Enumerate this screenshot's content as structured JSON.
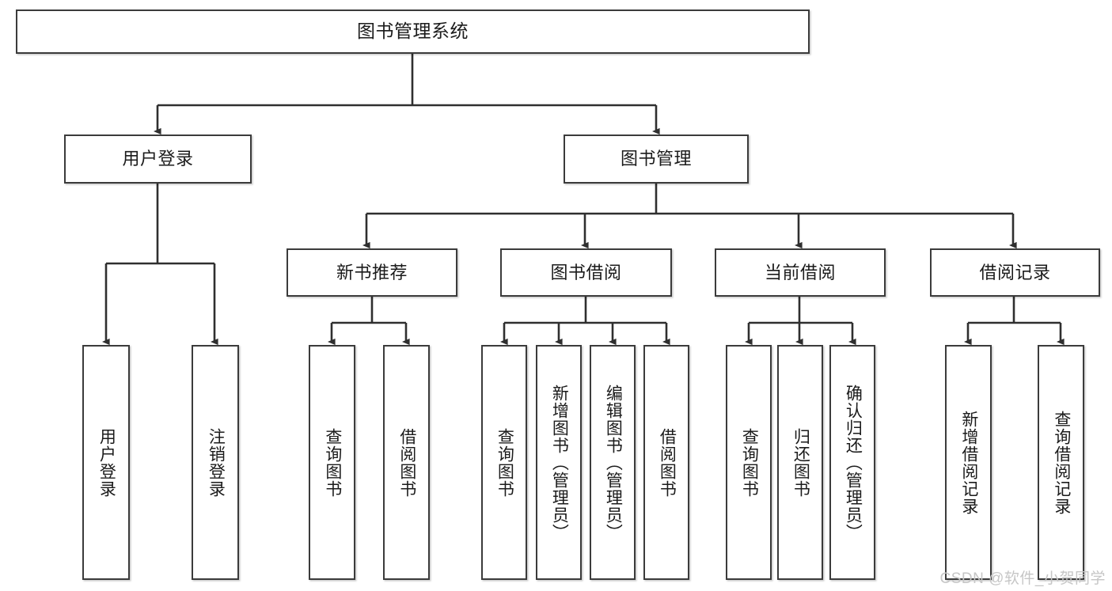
{
  "diagram": {
    "type": "tree-hierarchy-chart",
    "title_text": "图书管理系统",
    "stroke_color": "#3b3b3b",
    "fill_color": "#ffffff",
    "text_color": "#1b1b1b",
    "watermark": "CSDN @软件_小贺同学",
    "nodes": {
      "root": {
        "label": "图书管理系统"
      },
      "level2": [
        {
          "label": "用户登录"
        },
        {
          "label": "图书管理"
        }
      ],
      "level3": [
        {
          "label": "新书推荐"
        },
        {
          "label": "图书借阅"
        },
        {
          "label": "当前借阅"
        },
        {
          "label": "借阅记录"
        }
      ],
      "leaves": {
        "user_login": [
          {
            "label": "用户登录"
          },
          {
            "label": "注销登录"
          }
        ],
        "new_book_recommend": [
          {
            "label": "查询图书"
          },
          {
            "label": "借阅图书"
          }
        ],
        "book_borrow": [
          {
            "label": "查询图书"
          },
          {
            "label": "新增图书（管理员）"
          },
          {
            "label": "编辑图书（管理员）"
          },
          {
            "label": "借阅图书"
          }
        ],
        "current_borrow": [
          {
            "label": "查询图书"
          },
          {
            "label": "归还图书"
          },
          {
            "label": "确认归还（管理员）"
          }
        ],
        "borrow_record": [
          {
            "label": "新增借阅记录"
          },
          {
            "label": "查询借阅记录"
          }
        ]
      }
    }
  }
}
